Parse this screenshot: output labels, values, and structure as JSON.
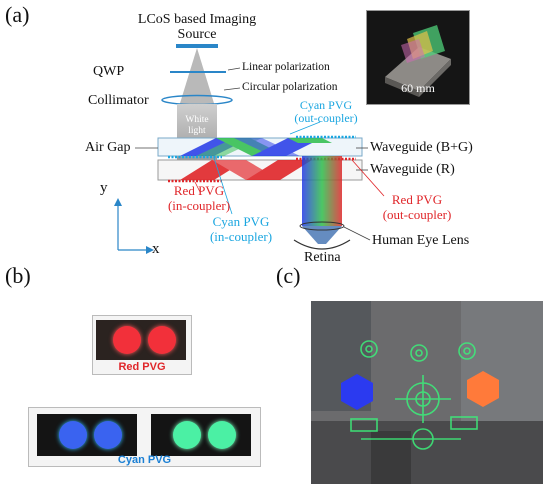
{
  "panel_a": {
    "label": "(a)",
    "source_line1": "LCoS based Imaging",
    "source_line2": "Source",
    "qwp": "QWP",
    "linear_pol": "Linear polarization",
    "circular_pol": "Circular polarization",
    "collimator": "Collimator",
    "white_light_1": "White",
    "white_light_2": "light",
    "cyan_out_1": "Cyan PVG",
    "cyan_out_2": "(out-coupler)",
    "air_gap": "Air Gap",
    "wg_bg": "Waveguide (B+G)",
    "wg_r": "Waveguide (R)",
    "red_in_1": "Red PVG",
    "red_in_2": "(in-coupler)",
    "red_out_1": "Red PVG",
    "red_out_2": "(out-coupler)",
    "cyan_in_1": "Cyan PVG",
    "cyan_in_2": "(in-coupler)",
    "retina": "Retina",
    "eye_lens": "Human Eye Lens",
    "axis_y": "y",
    "axis_x": "x",
    "photo_scale": "60 mm",
    "colors": {
      "red": "#e0262a",
      "cyan": "#1aa6e0",
      "blue": "#2438e8",
      "green": "#2dbd4a"
    }
  },
  "panel_b": {
    "label": "(b)",
    "red_caption": "Red PVG",
    "cyan_caption": "Cyan PVG"
  },
  "panel_c": {
    "label": "(c)"
  }
}
